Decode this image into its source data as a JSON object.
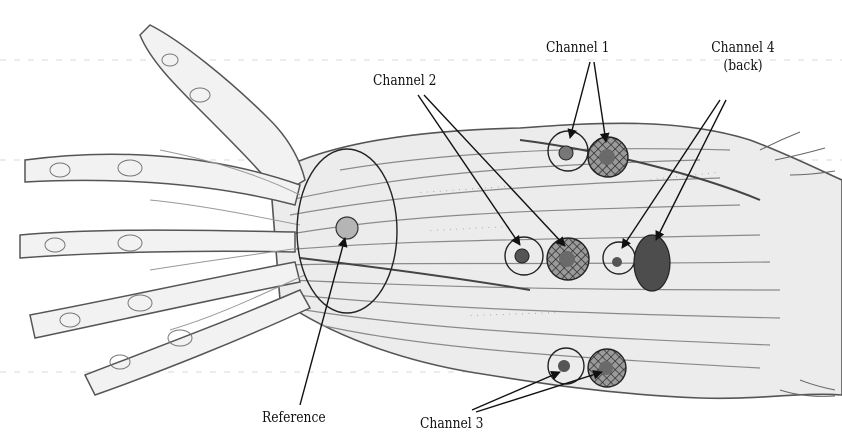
{
  "labels": {
    "channel_1": "Channel 1",
    "channel_2": "Channel 2",
    "channel_3": "Channel 3",
    "channel_4_line1": "Channel 4",
    "channel_4_line2": "(back)",
    "reference": "Reference"
  },
  "colors": {
    "ink": "#2a2a2a",
    "electrode_fill": "#8a8a8a",
    "reference_fill": "#b5b5b5",
    "back_electrode_fill": "#4d4d4d"
  }
}
